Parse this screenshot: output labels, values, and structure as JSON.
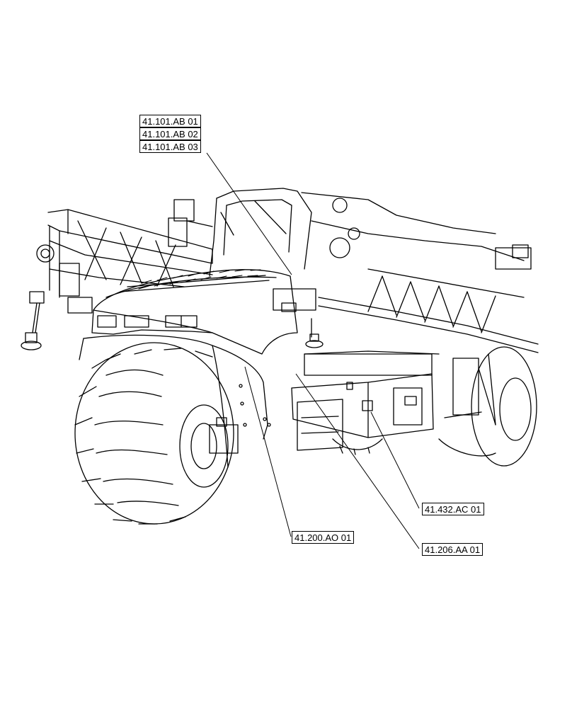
{
  "callouts": {
    "cab_1": "41.101.AB 01",
    "cab_2": "41.101.AB 02",
    "cab_3": "41.101.AB 03",
    "tank": "41.432.AC 01",
    "fender": "41.200.AO 01",
    "step": "41.206.AA 01"
  },
  "colors": {
    "line": "#000000",
    "background": "#ffffff"
  }
}
